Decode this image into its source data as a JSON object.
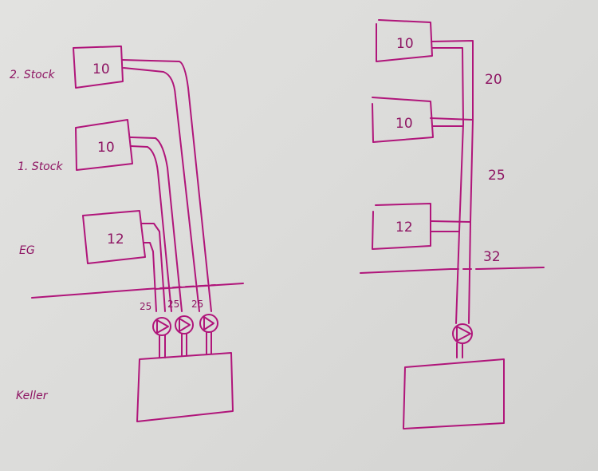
{
  "left_diagram": {
    "floor_labels": [
      "2. Stock",
      "1. Stock",
      "EG",
      "Keller"
    ],
    "radiator_values": [
      "10",
      "10",
      "12"
    ],
    "pipe_sizes": [
      "25",
      "25",
      "25"
    ]
  },
  "right_diagram": {
    "radiator_values": [
      "10",
      "10",
      "12"
    ],
    "pipe_sizes": [
      "20",
      "25",
      "32"
    ]
  },
  "colors": {
    "ink": "#b0157a",
    "paper": "#dcdcda"
  }
}
